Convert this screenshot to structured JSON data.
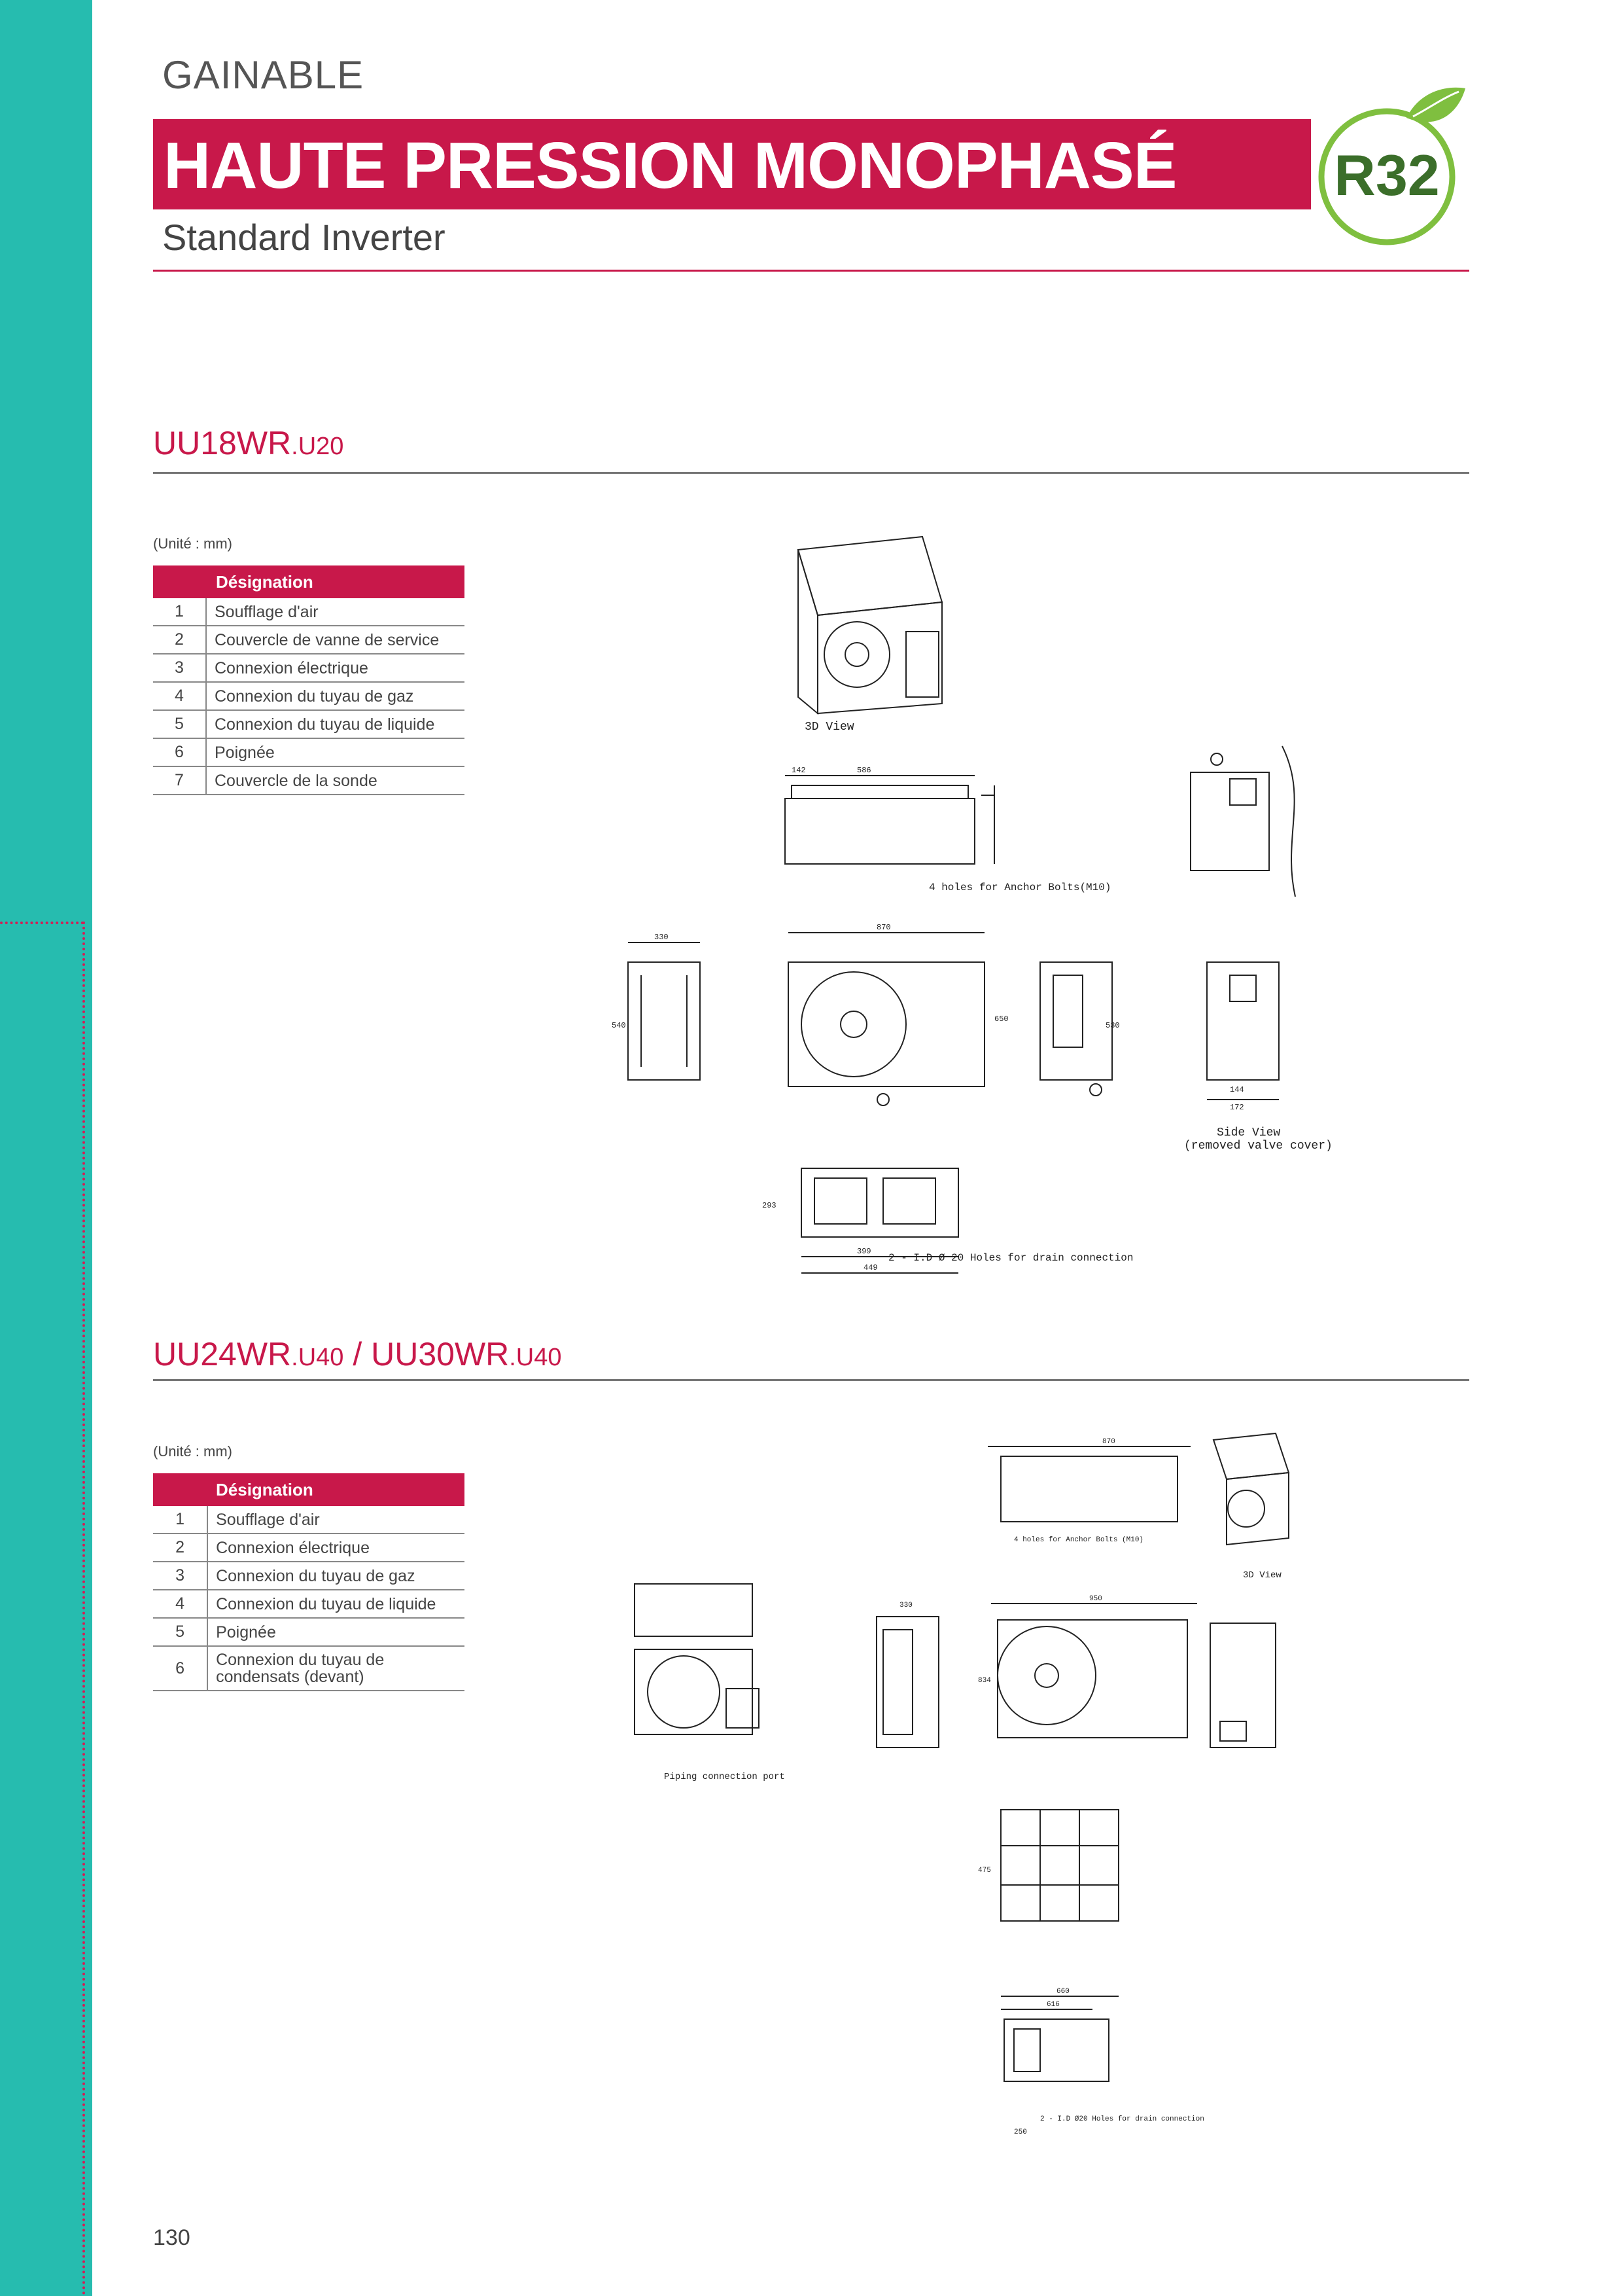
{
  "header": {
    "category": "GAINABLE",
    "title": "HAUTE PRESSION MONOPHASÉ",
    "subtitle": "Standard Inverter",
    "badge": "R32"
  },
  "colors": {
    "accent": "#c8184a",
    "side_band": "#26bcaf",
    "badge_green": "#7fbf3f"
  },
  "section1": {
    "model": "UU18WR",
    "model_suffix": ".U20",
    "unit": "(Unité : mm)",
    "table_header": "Désignation",
    "rows": [
      {
        "n": "1",
        "label": "Soufflage d'air"
      },
      {
        "n": "2",
        "label": "Couvercle de vanne de service"
      },
      {
        "n": "3",
        "label": "Connexion électrique"
      },
      {
        "n": "4",
        "label": "Connexion du tuyau de gaz"
      },
      {
        "n": "5",
        "label": "Connexion du tuyau de liquide"
      },
      {
        "n": "6",
        "label": "Poignée"
      },
      {
        "n": "7",
        "label": "Couvercle de la sonde"
      }
    ],
    "labels": {
      "view3d": "3D View",
      "anchor": "4 holes for Anchor Bolts(M10)",
      "side_view": "Side View",
      "side_view_sub": "(removed valve cover)",
      "drain": "2 - I.D Ø 20 Holes for drain connection",
      "d142": "142",
      "d586": "586",
      "d870": "870",
      "d330": "330",
      "d650": "650",
      "d540": "540",
      "d530": "530",
      "d399": "399",
      "d449": "449",
      "d293": "293",
      "d172": "172",
      "d144": "144"
    }
  },
  "section2": {
    "model_a": "UU24WR",
    "model_a_suffix": ".U40",
    "sep": " / ",
    "model_b": "UU30WR",
    "model_b_suffix": ".U40",
    "unit": "(Unité : mm)",
    "table_header": "Désignation",
    "rows": [
      {
        "n": "1",
        "label": "Soufflage d'air"
      },
      {
        "n": "2",
        "label": "Connexion électrique"
      },
      {
        "n": "3",
        "label": "Connexion du tuyau de gaz"
      },
      {
        "n": "4",
        "label": "Connexion du tuyau de liquide"
      },
      {
        "n": "5",
        "label": "Poignée"
      },
      {
        "n": "6",
        "label": "Connexion du tuyau de condensats (devant)"
      }
    ],
    "labels": {
      "view3d": "3D View",
      "piping": "Piping connection port",
      "anchor": "4 holes for Anchor Bolts (M10)",
      "drain": "2 - I.D Ø20 Holes for drain connection",
      "d950": "950",
      "d870": "870",
      "d834": "834",
      "d330": "330",
      "d660": "660",
      "d616": "616",
      "d475": "475",
      "d250": "250"
    }
  },
  "footer": {
    "page_number": "130"
  }
}
